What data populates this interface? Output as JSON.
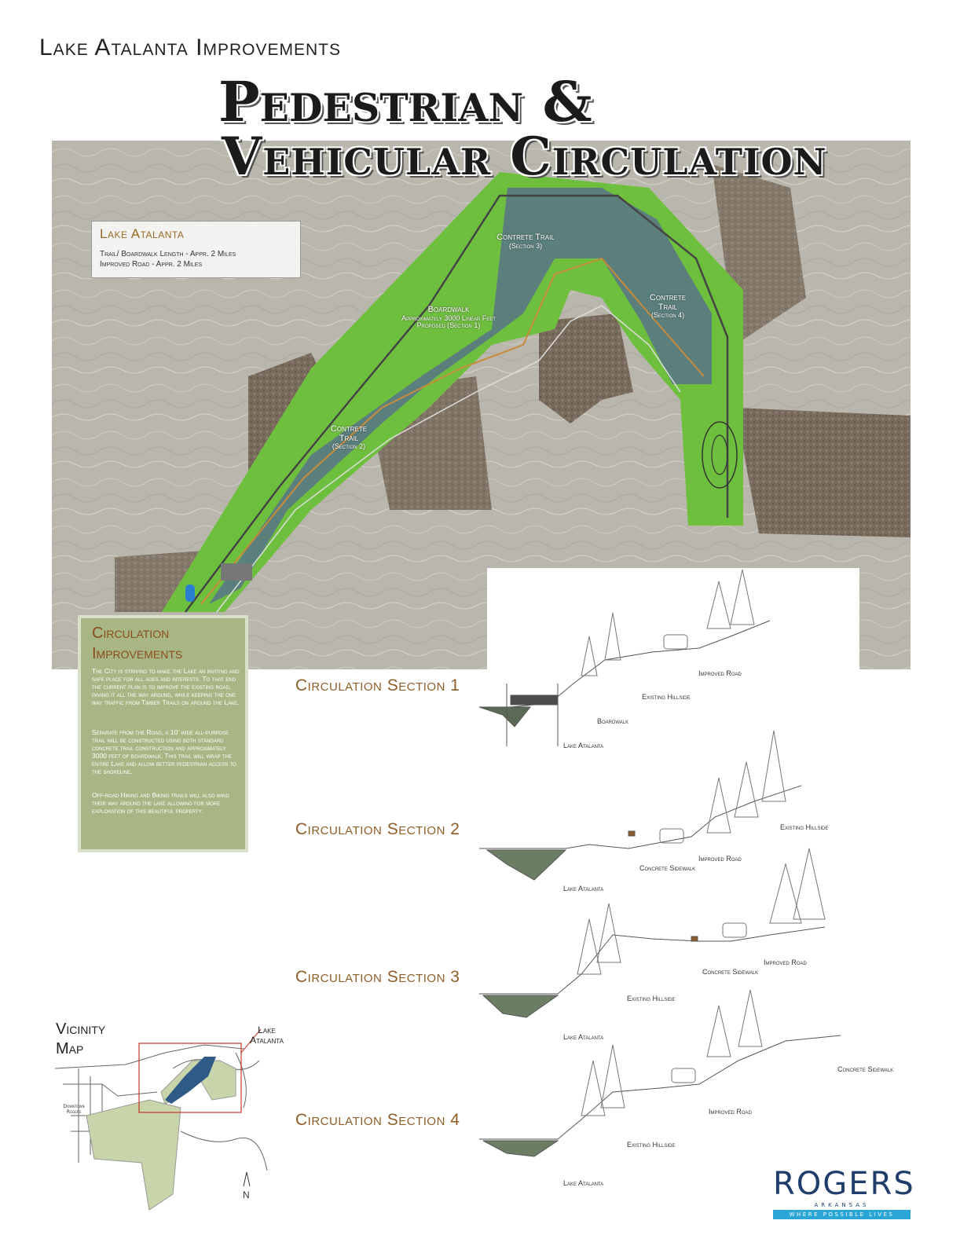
{
  "kicker": "Lake Atalanta Improvements",
  "title": {
    "line1": "Pedestrian &",
    "line2": "Vehicular Circulation"
  },
  "info_box": {
    "title": "Lake Atalanta",
    "line1": "Trail/ Boardwalk Length - Appr. 2 Miles",
    "line2": "Improved Road - Appr. 2 Miles"
  },
  "map_labels": [
    {
      "main": "Contrete Trail",
      "sub": "(Section 3)"
    },
    {
      "main": "Boardwalk",
      "sub": "Approximately 3000 Linear Feet Proposed (Section 1)"
    },
    {
      "main": "Contrete Trail",
      "sub": "(Section 4)"
    },
    {
      "main": "Contrete Trail",
      "sub": "(Section 2)"
    }
  ],
  "circulation": {
    "title": "Circulation Improvements",
    "paragraphs": [
      "The City is striving to make the Lake an inviting and safe place for all ages and interests. To that end the current plan is to improve the existing road, paving it all the way around, while keeping the one way traffic from Timber Trails on around the Lake.",
      "Separate from the Road, a 10' wide all-purpose trail will be constructed using both standard concrete trail construction and approximately 3000 feet of boardwalk. This trail will wrap the entire Lake and allow better pedestrian access to the shoreline.",
      "Off-road Hiking and Biking trails will also wind their way around the lake allowing for more exploration of this beautiful property."
    ]
  },
  "sections": [
    {
      "title": "Circulation Section 1",
      "labels": [
        "Improved Road",
        "Existing Hillside",
        "Boardwalk",
        "Lake Atalanta"
      ]
    },
    {
      "title": "Circulation Section 2",
      "labels": [
        "Existing Hillside",
        "Improved Road",
        "Concrete Sidewalk",
        "Lake Atalanta"
      ]
    },
    {
      "title": "Circulation Section 3",
      "labels": [
        "Improved Road",
        "Concrete Sidewalk",
        "Existing Hillside",
        "Lake Atalanta"
      ]
    },
    {
      "title": "Circulation Section 4",
      "labels": [
        "Concrete Sidewalk",
        "Improved Road",
        "Existing Hillside",
        "Lake Atalanta"
      ]
    }
  ],
  "vicinity": {
    "title": "Vicinity Map",
    "lake_label": "Lake Atalanta",
    "downtown_label": "Downtown Rogers",
    "north": "N"
  },
  "logo": {
    "word": "ROGERS",
    "sub": "ARKANSAS",
    "tagline": "WHERE POSSIBLE LIVES"
  },
  "colors": {
    "accent_brown": "#8f5e27",
    "green": "#6fbf3f",
    "panel_green": "#a8b685",
    "lake": "#5a7f7c",
    "brand_blue": "#1f3e6b",
    "brand_cyan": "#2aa6d6"
  }
}
